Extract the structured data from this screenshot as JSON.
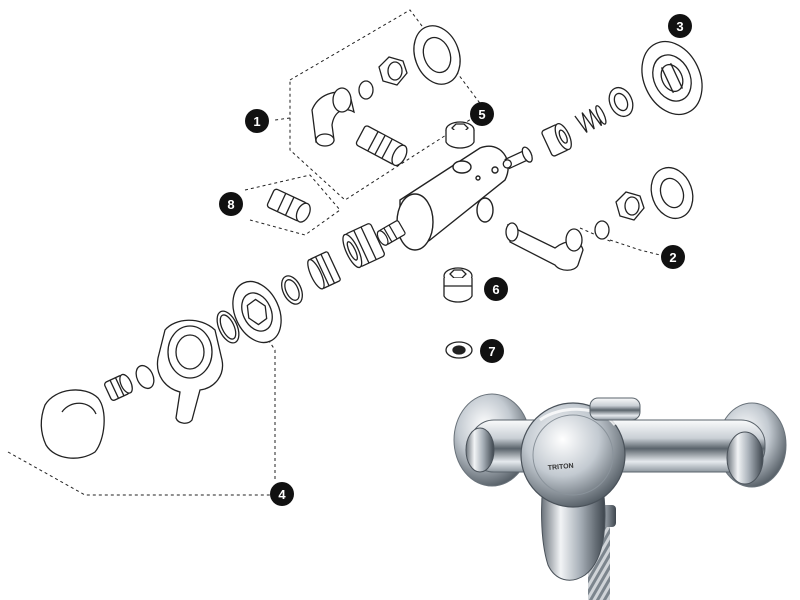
{
  "diagram": {
    "part_labels": [
      "1",
      "2",
      "3",
      "4",
      "5",
      "6",
      "7",
      "8"
    ],
    "brand_mark": "TRITON"
  },
  "colors": {
    "line": "#222222",
    "badge_fill": "#111111",
    "badge_text": "#ffffff",
    "chrome_light": "#f4f6f8",
    "chrome_mid": "#b9c0c8",
    "chrome_dark": "#4a525a",
    "background": "#ffffff"
  }
}
